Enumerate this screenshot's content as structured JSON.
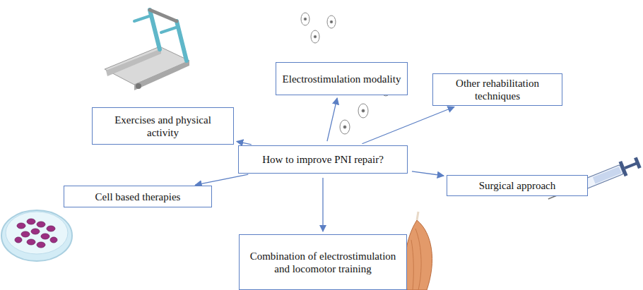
{
  "diagram": {
    "nodes": [
      {
        "text": [
          "Electrostimulation modality"
        ]
      },
      {
        "text": [
          "Other rehabilitation techniques"
        ]
      },
      {
        "text": [
          "Exercises and physical activity"
        ]
      },
      {
        "text": [
          "How to improve PNI repair?"
        ]
      },
      {
        "text": [
          "Surgical approach"
        ]
      },
      {
        "text": [
          "Cell based therapies"
        ]
      },
      {
        "text": [
          "Combination of electrostimulation and locomotor training"
        ]
      }
    ],
    "edges": [
      {
        "from": 3,
        "to": 0,
        "arrow": "to"
      },
      {
        "from": 3,
        "to": 1,
        "arrow": "to"
      },
      {
        "from": 3,
        "to": 2,
        "arrow": "to"
      },
      {
        "from": 3,
        "to": 4,
        "arrow": "to"
      },
      {
        "from": 3,
        "to": 5,
        "arrow": "to"
      },
      {
        "from": 3,
        "to": 6,
        "arrow": "to"
      }
    ]
  }
}
